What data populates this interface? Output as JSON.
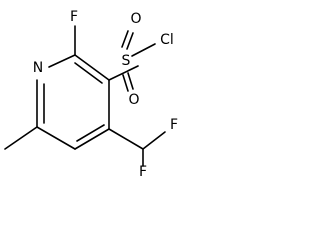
{
  "molecule": {
    "atoms": {
      "N": "N",
      "F_ring": "F",
      "S": "S",
      "O_top": "O",
      "O_bottom": "O",
      "Cl": "Cl",
      "F_chf2_top": "F",
      "F_chf2_bottom": "F"
    },
    "colors": {
      "bond": "#000000",
      "label": "#000000",
      "background": "#ffffff"
    }
  }
}
